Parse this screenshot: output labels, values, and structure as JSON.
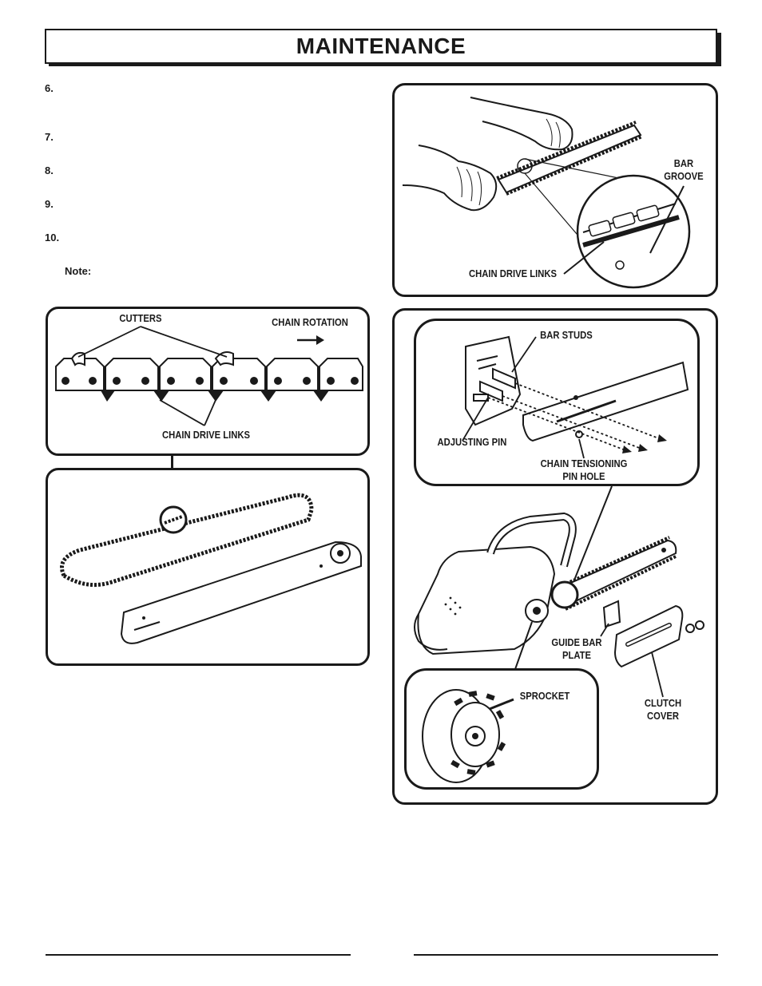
{
  "header": {
    "title": "MAINTENANCE"
  },
  "steps": [
    {
      "number": "6."
    },
    {
      "number": "7."
    },
    {
      "number": "8."
    },
    {
      "number": "9."
    },
    {
      "number": "10."
    }
  ],
  "note_label": "Note:",
  "figures": {
    "bar_groove": {
      "bar_groove_label": "BAR\nGROOVE",
      "chain_drive_links_label": "CHAIN DRIVE LINKS"
    },
    "chain_detail": {
      "cutters_label": "CUTTERS",
      "chain_rotation_label": "CHAIN ROTATION",
      "chain_drive_links_label": "CHAIN DRIVE LINKS"
    },
    "assembly": {
      "bar_studs_label": "BAR STUDS",
      "adjusting_pin_label": "ADJUSTING PIN",
      "chain_tensioning_label": "CHAIN TENSIONING\nPIN HOLE",
      "guide_bar_plate_label": "GUIDE BAR\nPLATE",
      "sprocket_label": "SPROCKET",
      "clutch_cover_label": "CLUTCH\nCOVER"
    }
  }
}
